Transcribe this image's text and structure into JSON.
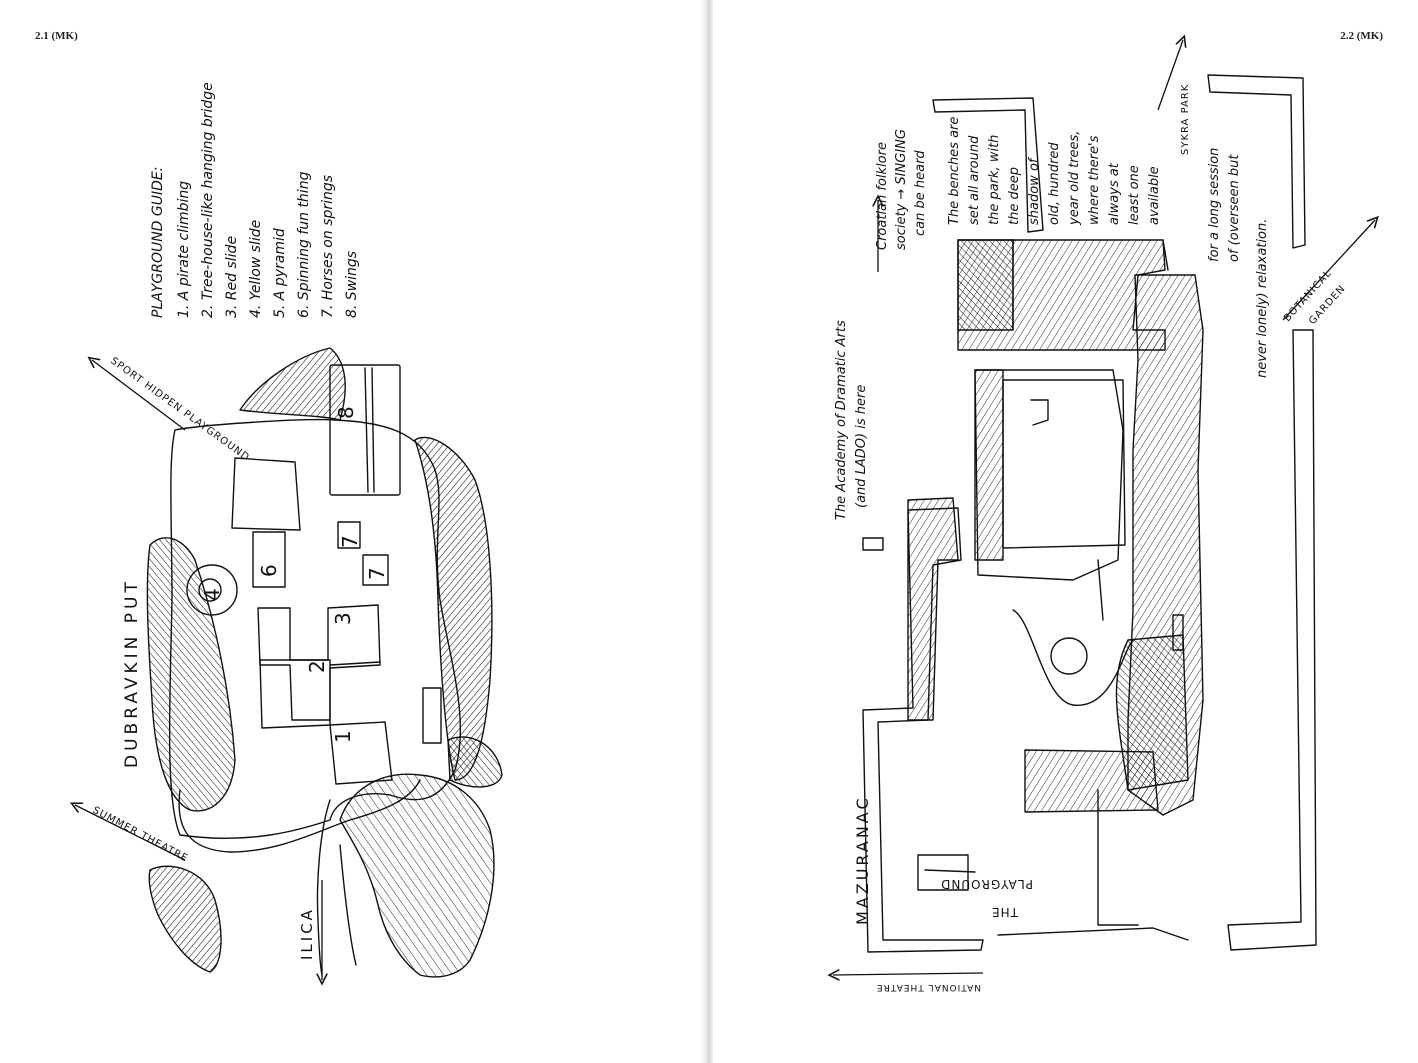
{
  "folios": {
    "left": "2.1 (MK)",
    "right": "2.2 (MK)"
  },
  "left_sketch": {
    "guide_title": "PLAYGROUND GUIDE:",
    "guide_items": [
      "1. A pirate climbing",
      "2. Tree-house-like hanging bridge",
      "3. Red slide",
      "4. Yellow slide",
      "5. A pyramid",
      "6. Spinning fun thing",
      "7. Horses on springs",
      "8. Swings"
    ],
    "street_top": "DUBRAVKIN PUT",
    "street_bottom": "ILICA",
    "arrow_sport": "SPORT HIDPEN PLAYGROUND",
    "arrow_summer": "SUMMER THEATRE",
    "markers": [
      "1",
      "2",
      "3",
      "4",
      "6",
      "7",
      "7",
      "8"
    ]
  },
  "right_sketch": {
    "academy_note_1": "The Academy of Dramatic Arts",
    "academy_note_2": "(and LADO) is here",
    "folk_note_1": "Croatian folklore",
    "folk_note_2": "society → SINGING",
    "folk_note_3": "can be heard",
    "benches_note": [
      "The benches are",
      "set all around",
      "the park, with",
      "the deep",
      "shadow of",
      "old, hundred",
      "year old trees,",
      "where there's",
      "always at",
      "least one",
      "available",
      "for a long session",
      "of (overseen but",
      "never lonely) relaxation."
    ],
    "arrow_park": "SYKRA PARK",
    "arrow_botanical_1": "BOTANICAL",
    "arrow_botanical_2": "GARDEN",
    "street_left": "MAZURANAC",
    "arrow_theatre": "NATIONAL THEATRE",
    "playground_label_1": "THE",
    "playground_label_2": "PLAYGROUND"
  }
}
